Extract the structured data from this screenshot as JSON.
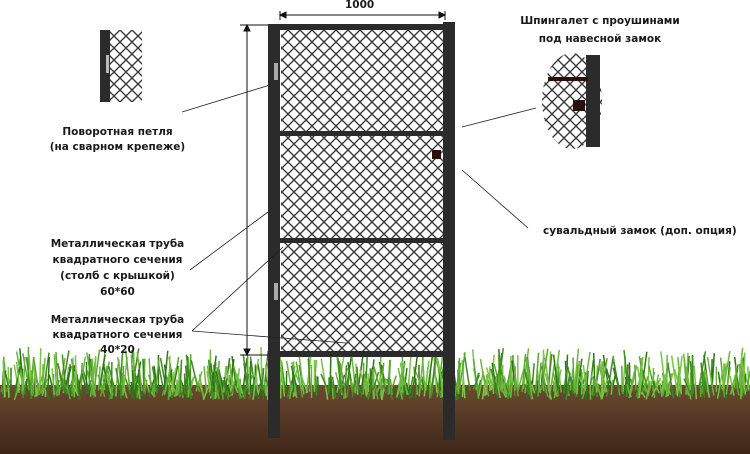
{
  "dimensions": {
    "width": "1000"
  },
  "labels": {
    "hinge": [
      "Поворотная петля",
      "(на сварном крепеже)"
    ],
    "post": [
      "Металлическая труба",
      "квадратного сечения",
      "(столб с крышкой)",
      "60*60"
    ],
    "frame": [
      "Металлическая труба",
      "квадратного сечения",
      "40*20"
    ],
    "latch": [
      "Шпингалет с проушинами",
      "под навесной замок"
    ],
    "lock": "сувальдный замок (доп. опция)"
  },
  "colors": {
    "frame": "#2b2b2b",
    "mesh": "#3a3a3a",
    "soil": "#5a3a26",
    "grass": "#4f9a2a",
    "lock": "#2a0f0f"
  }
}
